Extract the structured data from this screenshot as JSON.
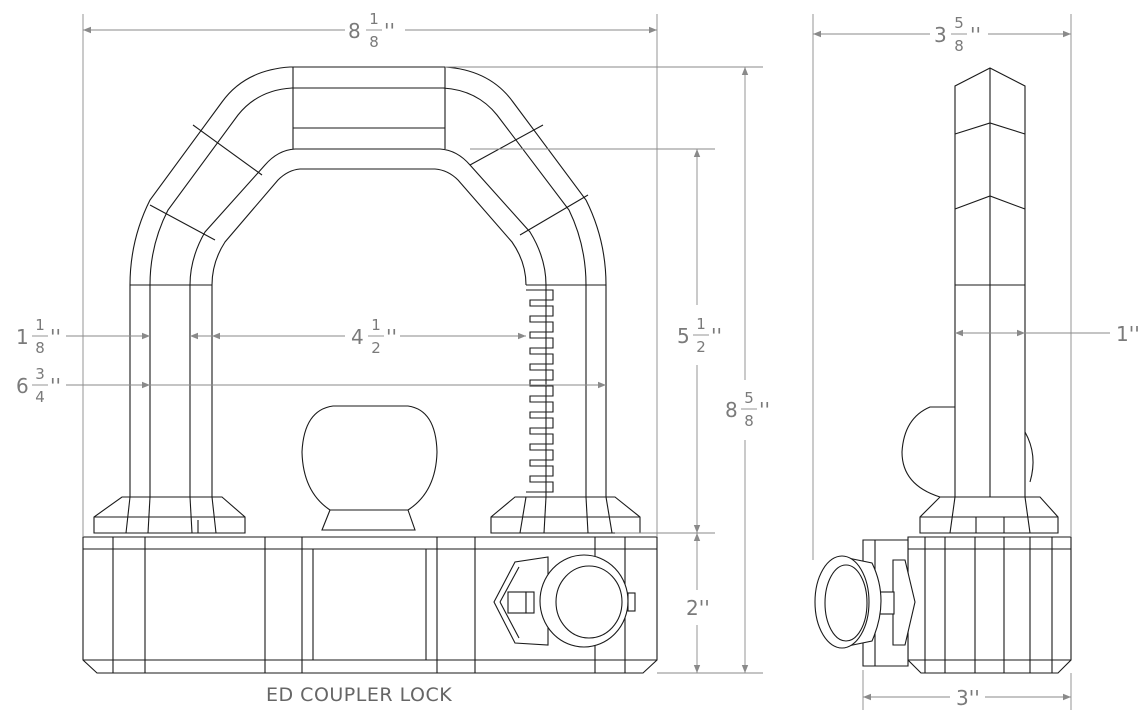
{
  "caption": "ED COUPLER LOCK",
  "dims": {
    "overall_width": {
      "whole": "8",
      "num": "1",
      "den": "8",
      "unit": "''"
    },
    "side_depth": {
      "whole": "3",
      "num": "5",
      "den": "8",
      "unit": "''"
    },
    "tube_width": {
      "whole": "1",
      "num": "1",
      "den": "8",
      "unit": "''"
    },
    "inner_width": {
      "whole": "4",
      "num": "1",
      "den": "2",
      "unit": "''"
    },
    "outer_span": {
      "whole": "6",
      "num": "3",
      "den": "4",
      "unit": "''"
    },
    "inner_height": {
      "whole": "5",
      "num": "1",
      "den": "2",
      "unit": "''"
    },
    "overall_height": {
      "whole": "8",
      "num": "5",
      "den": "8",
      "unit": "''"
    },
    "body_height": "2''",
    "shackle_thickness": "1''",
    "base_depth": "3''"
  }
}
